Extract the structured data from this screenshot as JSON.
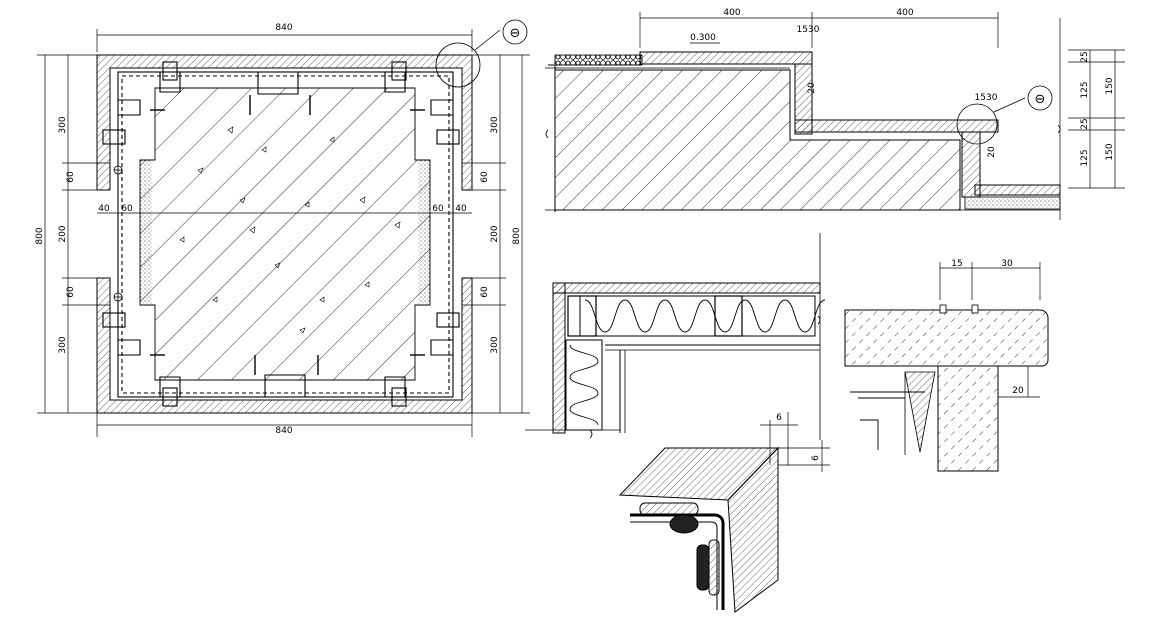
{
  "column_plan": {
    "dim_top": "840",
    "dim_bottom": "840",
    "dim_left_total": "800",
    "dim_right_total": "800",
    "dim_left_upper": "300",
    "dim_left_gap": "60",
    "dim_left_mid": "200",
    "dim_left_gap2": "60",
    "dim_left_lower": "300",
    "dim_right_upper": "300",
    "dim_right_gap": "60",
    "dim_right_mid": "200",
    "dim_right_gap2": "60",
    "dim_right_lower": "300",
    "inner_40_left": "40",
    "inner_60_left": "60",
    "inner_60_right": "60",
    "inner_40_right": "40",
    "callout_symbol": "⊖"
  },
  "step_section": {
    "dim_top_left": "400",
    "dim_top_right": "400",
    "dim_1530_top": "1530",
    "dim_1530_mid": "1530",
    "elev_label": "0.300",
    "dim_20_a": "20",
    "dim_20_b": "20",
    "right_25_a": "25",
    "right_125_a": "125",
    "right_25_b": "25",
    "right_125_b": "125",
    "right_150_a": "150",
    "right_150_b": "150",
    "callout_symbol": "⊖"
  },
  "wall_detail": {},
  "edge_detail": {
    "dim_15": "15",
    "dim_30": "30",
    "dim_20": "20"
  },
  "corner_detail": {
    "dim_6_h": "6",
    "dim_6_v": "6"
  }
}
